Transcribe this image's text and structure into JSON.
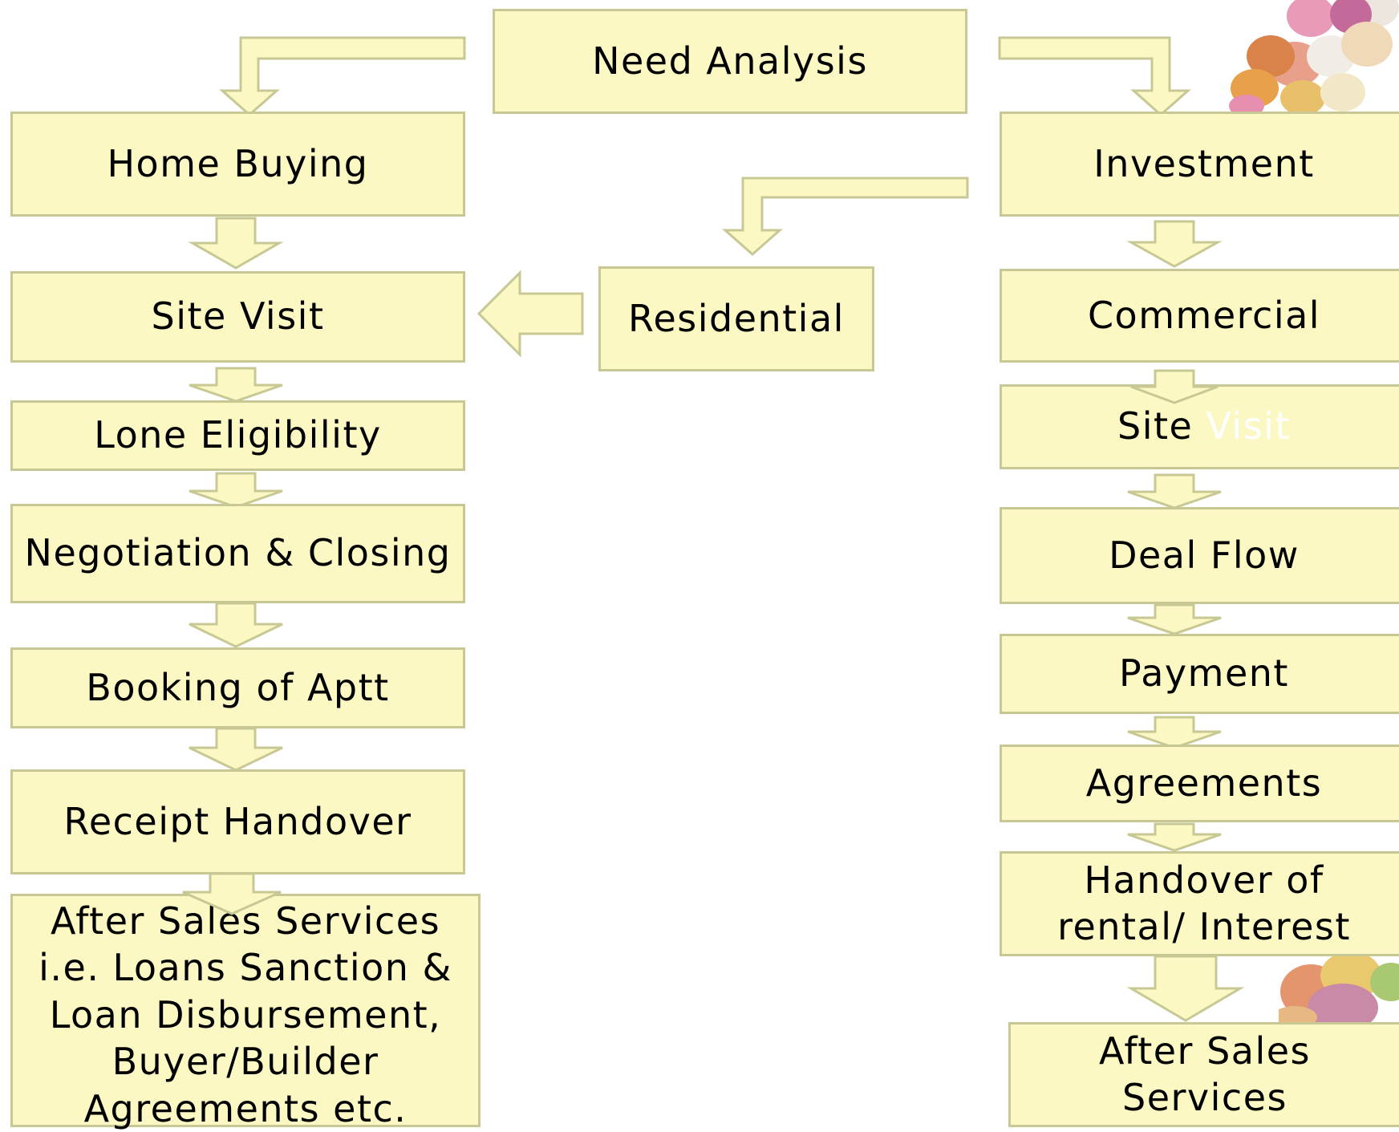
{
  "need_analysis": "Need Analysis",
  "left": {
    "home_buying": "Home Buying",
    "site_visit": "Site Visit",
    "lone_eligibility": "Lone Eligibility",
    "negotiation": "Negotiation & Closing",
    "booking": "Booking of Aptt",
    "receipt": "Receipt Handover",
    "after_sales": "After Sales Services i.e. Loans Sanction & Loan Disbursement, Buyer/Builder Agreements etc."
  },
  "middle": {
    "residential": "Residential"
  },
  "right": {
    "investment": "Investment",
    "commercial": "Commercial",
    "site_visit_prefix": "Site",
    "site_visit_suffix": "Visit",
    "deal_flow": "Deal Flow",
    "payment": "Payment",
    "agreements": "Agreements",
    "handover": "Handover of rental/ Interest",
    "after_sales": "After Sales Services"
  },
  "colors": {
    "box_fill": "#fbf8c3",
    "box_border": "#c8c894"
  },
  "icons": [
    "easter-eggs-top-right-image",
    "easter-eggs-bottom-right-image"
  ]
}
